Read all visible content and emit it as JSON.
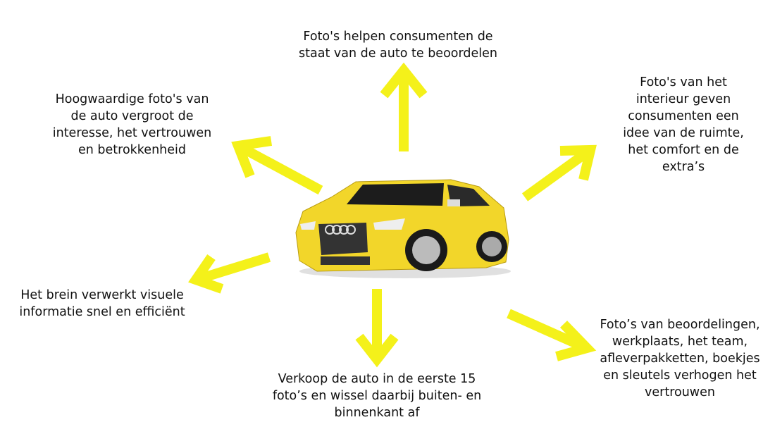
{
  "colors": {
    "arrow": "#f4f11a",
    "car_body": "#f2d62a",
    "background": "#ffffff"
  },
  "labels": {
    "top": [
      "Foto's helpen consumenten de",
      "staat van de auto te beoordelen"
    ],
    "top_left": [
      "Hoogwaardige foto's van",
      "de auto vergroot de",
      "interesse, het vertrouwen",
      "en betrokkenheid"
    ],
    "right": [
      "Foto's van het",
      "interieur geven",
      "consumenten een",
      "idee van de ruimte,",
      "het comfort en de",
      "extra’s"
    ],
    "left": [
      "Het brein verwerkt visuele",
      "informatie snel en efficiënt"
    ],
    "bottom": [
      "Verkoop de auto in de eerste 15",
      "foto’s en wissel daarbij buiten- en",
      "binnenkant af"
    ],
    "bottom_right": [
      "Foto’s van beoordelingen,",
      "werkplaats, het team,",
      "afleverpakketten, boekjes",
      "en sleutels verhogen het",
      "vertrouwen"
    ]
  }
}
